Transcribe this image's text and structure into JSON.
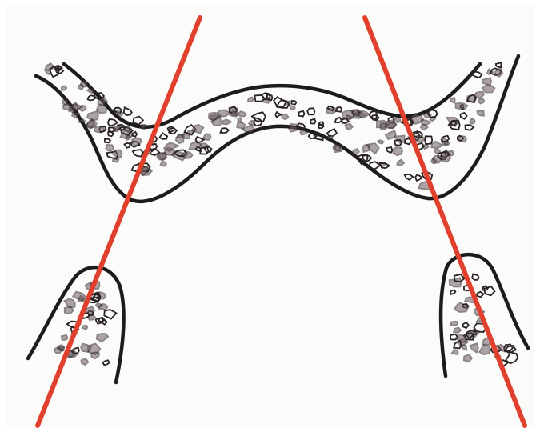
{
  "colors": {
    "paper": "#fbfbf9",
    "border": "#ffffff",
    "outline": "#1c1c1c",
    "speckle": "#2a2324",
    "speckle_fill": "#6f5a63",
    "guide_line": "#e0402c"
  },
  "icons": {
    "upper_arch": "arched-bone-ridge",
    "left_post": "left-bone-post",
    "right_post": "right-bone-post",
    "guide_lines": "red-axis-lines"
  }
}
